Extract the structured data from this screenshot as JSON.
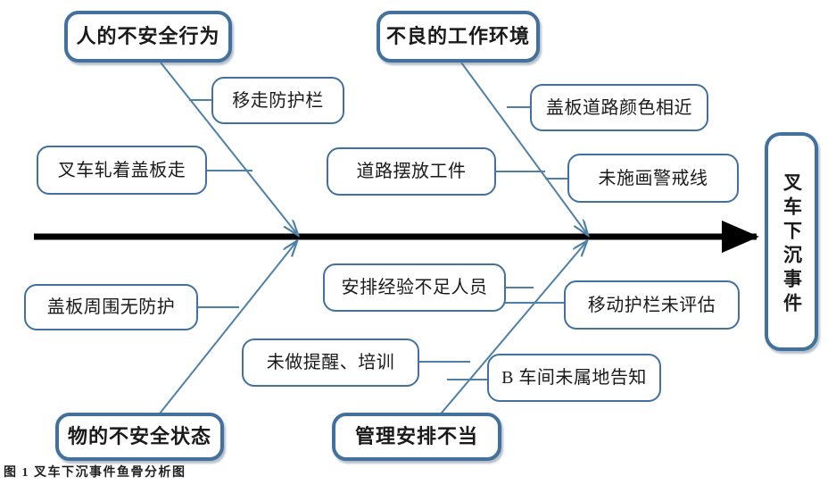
{
  "figure": {
    "caption": "图 1  叉车下沉事件鱼骨分析图",
    "type": "fishbone-ishikawa-diagram",
    "colors": {
      "box_border": "#41719C",
      "bone_line": "#4F81A8",
      "spine": "#000000",
      "background": "#FFFFFF",
      "text": "#1A1A1A"
    }
  },
  "effect": {
    "label": "叉车下沉事件"
  },
  "categories": [
    {
      "id": "human",
      "label": "人的不安全行为",
      "position": "top-left",
      "causes": [
        {
          "label": "移走防护栏"
        },
        {
          "label": "叉车轧着盖板走"
        }
      ]
    },
    {
      "id": "environment",
      "label": "不良的工作环境",
      "position": "top-right",
      "causes": [
        {
          "label": "盖板道路颜色相近"
        },
        {
          "label": "道路摆放工件"
        },
        {
          "label": "未施画警戒线"
        }
      ]
    },
    {
      "id": "object",
      "label": "物的不安全状态",
      "position": "bottom-left",
      "causes": [
        {
          "label": "盖板周围无防护"
        }
      ]
    },
    {
      "id": "management",
      "label": "管理安排不当",
      "position": "bottom-right",
      "causes": [
        {
          "label": "安排经验不足人员"
        },
        {
          "label": "未做提醒、培训"
        },
        {
          "label": "移动护栏未评估"
        },
        {
          "label": "B 车间未属地告知"
        }
      ]
    }
  ]
}
